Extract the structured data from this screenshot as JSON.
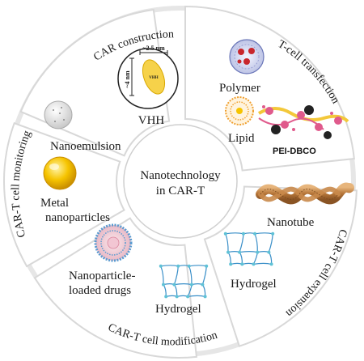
{
  "center": {
    "line1": "Nanotechnology",
    "line2": "in CAR-T"
  },
  "sections": [
    {
      "id": "car_construction",
      "title": "CAR construction",
      "items": [
        "VHH"
      ],
      "dims": {
        "width": "~2.5 nm",
        "height": "~4 nm",
        "label": "VHH"
      }
    },
    {
      "id": "transfection",
      "title": "T-cell transfection",
      "items": [
        "Polymer",
        "Lipid",
        "PEI-DBCO"
      ]
    },
    {
      "id": "expansion",
      "title": "CAR-T cell expansion",
      "items": [
        "Nanotube",
        "Hydrogel"
      ]
    },
    {
      "id": "modification",
      "title": "CAR-T cell modification",
      "items": [
        "Nanoparticle-",
        "loaded drugs",
        "Hydrogel"
      ]
    },
    {
      "id": "monitoring",
      "title": "CAR-T cell monitoring",
      "items": [
        "Nanoemulsion",
        "Metal",
        "nanoparticles"
      ]
    }
  ],
  "colors": {
    "ring": "#d8d8d8",
    "sector_fill": "#ffffff",
    "gold": "#f6c400",
    "gold_dark": "#d59a00",
    "polymer_red": "#c8262c",
    "polymer_blue": "#6a76b8",
    "lipid_orange": "#f0a030",
    "nanotube_brown": "#b7773a",
    "hydrogel_blue": "#3a8fc8",
    "hydrogel_node": "#5fc2d6",
    "pei_pink": "#e05a8c",
    "pei_yellow": "#f3c83a"
  },
  "icons": [
    "vhh-antibody-icon",
    "polymer-nanoparticle-icon",
    "lipid-nanoparticle-icon",
    "pei-dbco-chain-icon",
    "nanotube-icon",
    "hydrogel-network-icon",
    "drug-loaded-nanoparticle-icon",
    "nanoemulsion-icon",
    "metal-nanoparticle-icon"
  ]
}
